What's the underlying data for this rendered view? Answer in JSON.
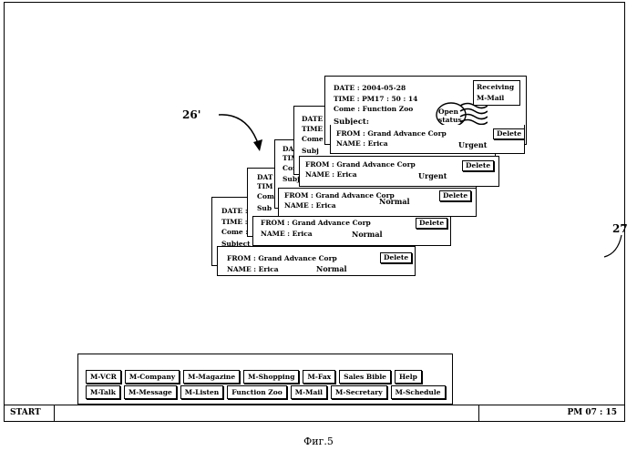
{
  "labels": {
    "arrow_ref": "26'",
    "screen_ref": "27"
  },
  "caption": "Фиг.5",
  "taskbar": {
    "start_label": "START",
    "clock": "PM 07 : 15"
  },
  "launcher": {
    "row1": [
      "M-VCR",
      "M-Company",
      "M-Magazine",
      "M-Shopping",
      "M-Fax",
      "Sales Bible",
      "Help"
    ],
    "row2": [
      "M-Talk",
      "M-Message",
      "M-Listen",
      "Function Zoo",
      "M-Mail",
      "M-Secretary",
      "M-Schedule"
    ]
  },
  "front_card": {
    "date": "DATE : 2004-05-28",
    "time": "TIME : PM17 : 50 : 14",
    "come": "Come : Function Zoo",
    "subject": "Subject:",
    "from": "FROM : Grand Advance Corp",
    "name": "NAME : Erica",
    "priority": "Urgent",
    "delete": "Delete",
    "receiving": "Receiving",
    "mmail": "M-Mail",
    "stamp": "Open status"
  },
  "card2": {
    "date": "DATE",
    "time": "TIME",
    "come": "Come",
    "subject": "Subj",
    "from": "FROM : Grand Advance Corp",
    "name": "NAME : Erica",
    "priority": "Urgent",
    "delete": "Delete"
  },
  "card3": {
    "date": "DAT",
    "time": "TIM",
    "come": "Com",
    "subject": "Subj",
    "from": "FROM : Grand Advance Corp",
    "name": "NAME : Erica",
    "priority": "Normal",
    "delete": "Delete"
  },
  "card4": {
    "date": "DAT",
    "time": "TIM",
    "come": "Com",
    "subject": "Sub",
    "from": "FROM : Grand Advance Corp",
    "name": "NAME : Erica",
    "priority": "Normal",
    "delete": "Delete"
  },
  "card5": {
    "date": "DATE :",
    "time": "TIME :",
    "come": "Come :",
    "subject": "Subject",
    "from": "FROM : Grand Advance Corp",
    "name": "NAME : Erica",
    "priority": "Normal",
    "delete": "Delete"
  }
}
